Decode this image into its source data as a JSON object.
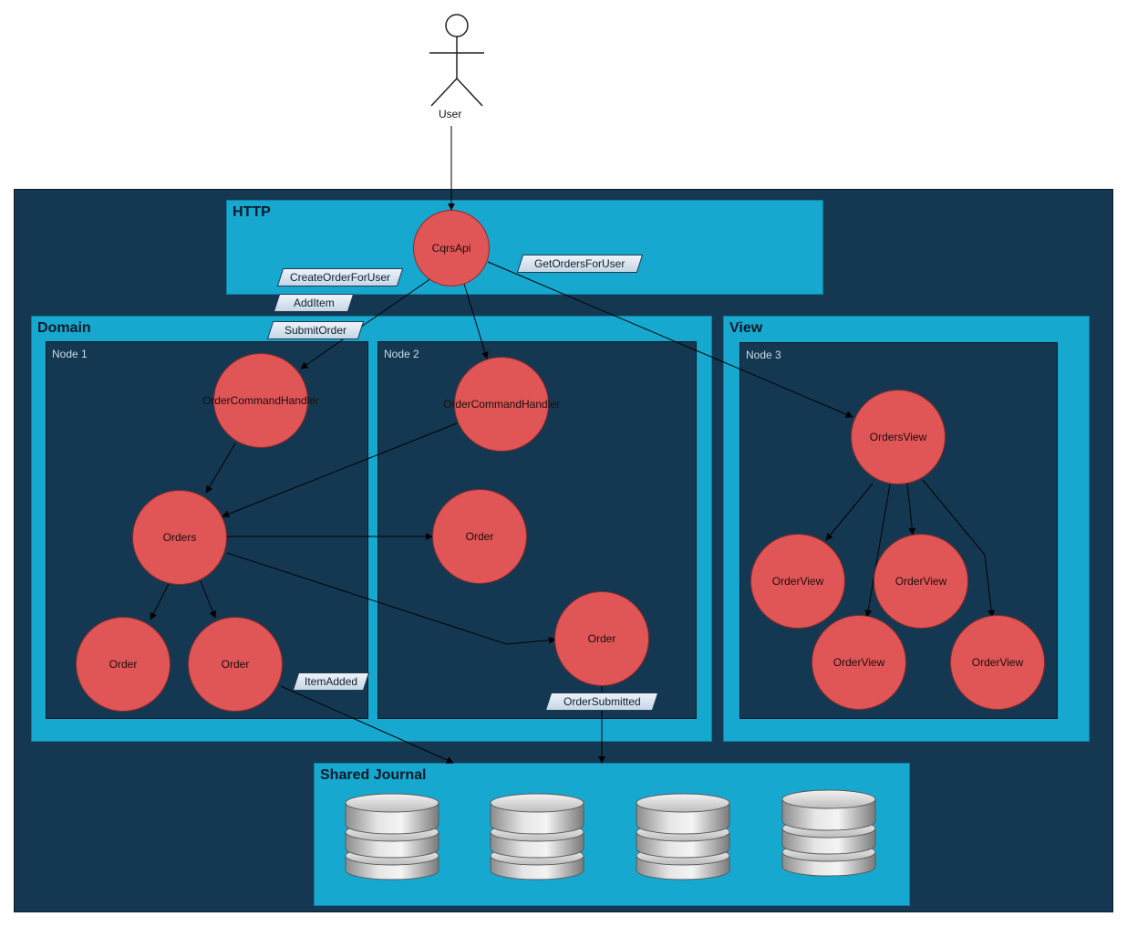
{
  "actor": {
    "label": "User"
  },
  "groups": {
    "http": "HTTP",
    "domain": "Domain",
    "view": "View",
    "journal": "Shared Journal"
  },
  "nodes": {
    "node1": "Node 1",
    "node2": "Node 2",
    "node3": "Node 3"
  },
  "circles": {
    "cqrs_api": "CqrsApi",
    "och1": "OrderCommandHandler",
    "och2": "OrderCommandHandler",
    "orders": "Orders",
    "order_n1_a": "Order",
    "order_n1_b": "Order",
    "order_n2_a": "Order",
    "order_n2_b": "Order",
    "orders_view": "OrdersView",
    "order_view_1": "OrderView",
    "order_view_2": "OrderView",
    "order_view_3": "OrderView",
    "order_view_4": "OrderView"
  },
  "messages": {
    "create_order": "CreateOrderForUser",
    "add_item": "AddItem",
    "submit_order": "SubmitOrder",
    "get_orders": "GetOrdersForUser",
    "item_added": "ItemAdded",
    "order_submitted": "OrderSubmitted"
  },
  "colors": {
    "outer_background": "#143852",
    "group_background": "#17a8cf",
    "node_background": "#143852",
    "actor_circle": "#e05555",
    "message_label": "#c6d6e6"
  },
  "icons": [
    "stick-figure-icon",
    "database-icon"
  ]
}
